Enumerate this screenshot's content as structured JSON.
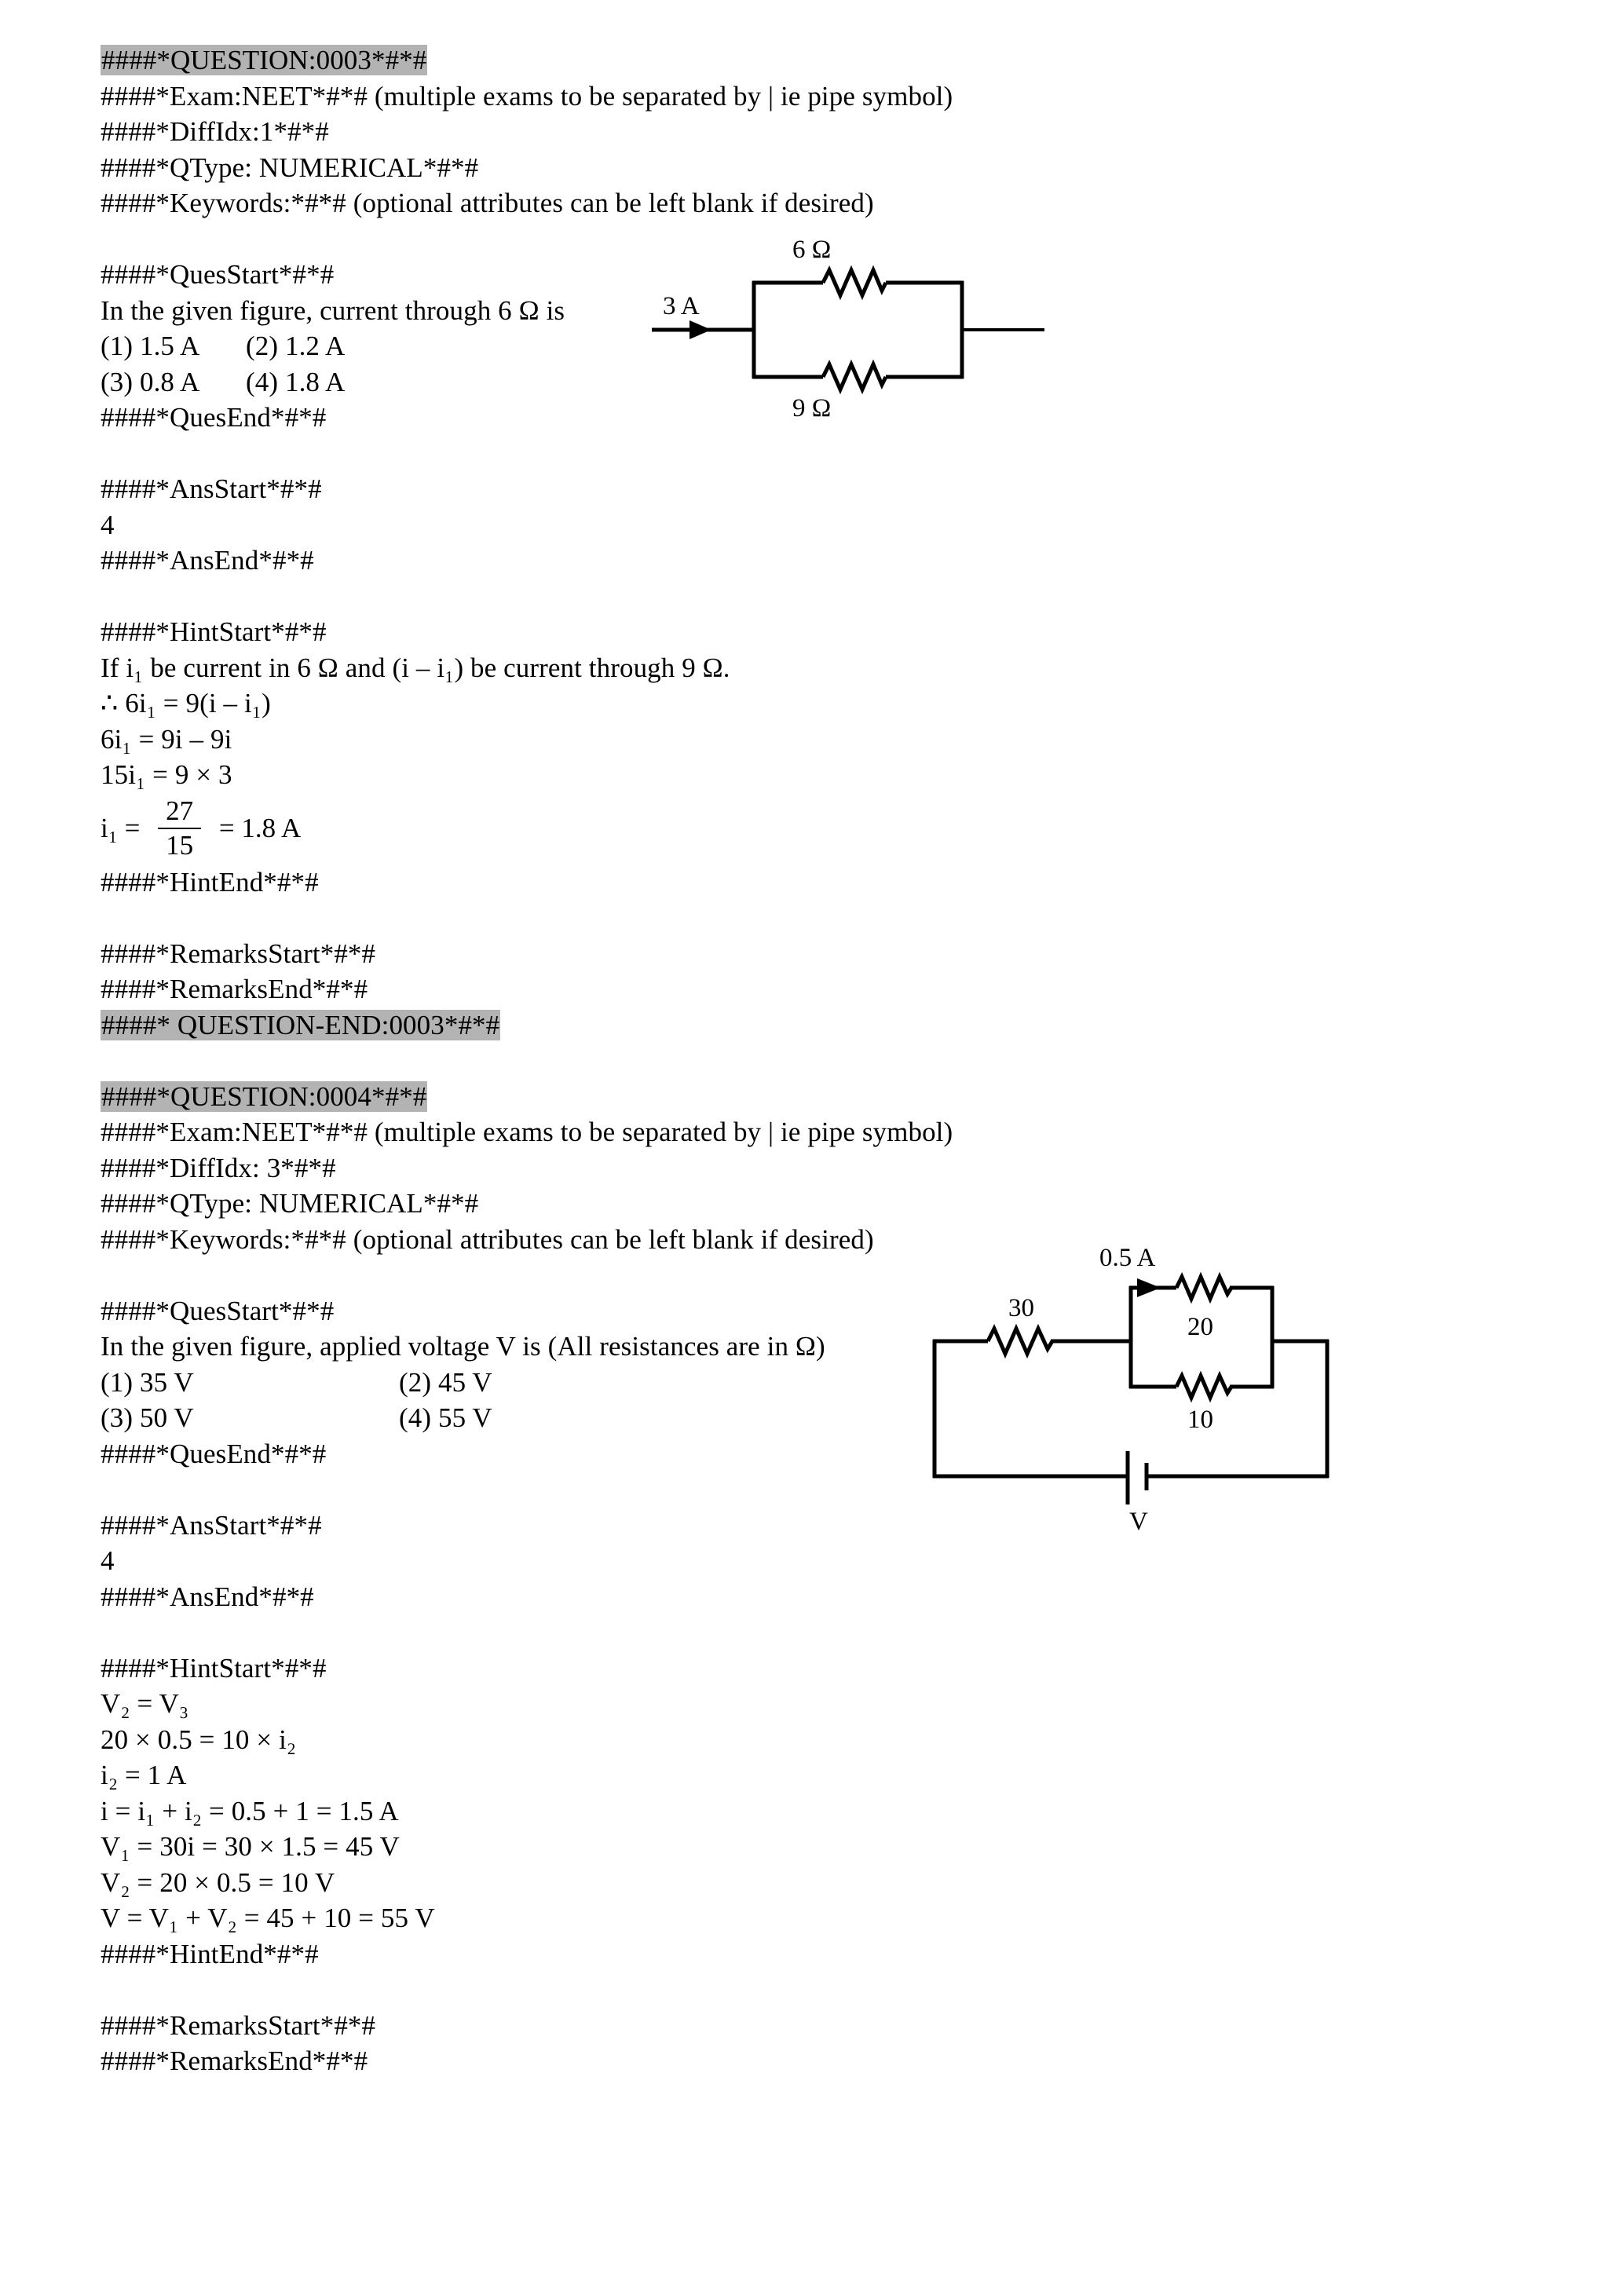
{
  "document": {
    "questions": [
      {
        "id": "0003",
        "marker_start": "####*QUESTION:0003*#*#",
        "marker_end": "####* QUESTION-END:0003*#*#",
        "exam_line": "####*Exam:NEET*#*# (multiple exams to be separated by | ie pipe symbol)",
        "diffidx_line": "####*DiffIdx:1*#*#",
        "qtype_line": "####*QType: NUMERICAL*#*#",
        "keywords_line": "####*Keywords:*#*# (optional attributes can be left blank if desired)",
        "ques_start": "####*QuesStart*#*#",
        "ques_end": "####*QuesEnd*#*#",
        "stem": "In the given figure, current through 6 Ω is",
        "options": [
          {
            "label": "(1)",
            "text": "1.5 A"
          },
          {
            "label": "(2)",
            "text": "1.2 A"
          },
          {
            "label": "(3)",
            "text": "0.8 A"
          },
          {
            "label": "(4)",
            "text": "1.8 A"
          }
        ],
        "ans_start": "####*AnsStart*#*#",
        "answer": "4",
        "ans_end": "####*AnsEnd*#*#",
        "hint_start": "####*HintStart*#*#",
        "hint_end": "####*HintEnd*#*#",
        "hint_lines": [
          "If i₁ be current in 6 Ω and (i – i₁) be current through 9 Ω.",
          "∴ 6i₁ = 9(i – i₁)",
          "6i₁ = 9i – 9i",
          "15i₁ = 9 × 3"
        ],
        "hint_fraction": {
          "lhs": "i₁ = ",
          "numerator": "27",
          "denominator": "15",
          "rhs": " = 1.8 A"
        },
        "remarks_start": "####*RemarksStart*#*#",
        "remarks_end": "####*RemarksEnd*#*#",
        "figure": {
          "name": "parallel-resistor-circuit",
          "current_label": "3 A",
          "resistor_top": "6 Ω",
          "resistor_bottom": "9 Ω"
        }
      },
      {
        "id": "0004",
        "marker_start": "####*QUESTION:0004*#*#",
        "exam_line": "####*Exam:NEET*#*# (multiple exams to be separated by | ie pipe symbol)",
        "diffidx_line": "####*DiffIdx: 3*#*#",
        "qtype_line": "####*QType: NUMERICAL*#*#",
        "keywords_line": "####*Keywords:*#*# (optional attributes can be left blank if desired)",
        "ques_start": "####*QuesStart*#*#",
        "ques_end": "####*QuesEnd*#*#",
        "stem": "In the given figure, applied voltage V is (All resistances are in Ω)",
        "options": [
          {
            "label": "(1)",
            "text": "35 V"
          },
          {
            "label": "(2)",
            "text": "45 V"
          },
          {
            "label": "(3)",
            "text": "50 V"
          },
          {
            "label": "(4)",
            "text": "55 V"
          }
        ],
        "ans_start": "####*AnsStart*#*#",
        "answer": "4",
        "ans_end": "####*AnsEnd*#*#",
        "hint_start": "####*HintStart*#*#",
        "hint_end": "####*HintEnd*#*#",
        "hint_lines": [
          "V₂ = V₃",
          "20 × 0.5 = 10 × i₂",
          "i₂ = 1 A",
          "i = i₁ + i₂ = 0.5 + 1 = 1.5 A",
          "V₁ = 30i = 30 × 1.5 = 45 V",
          "V₂ = 20 × 0.5 = 10 V",
          "V = V₁ + V₂ = 45 + 10 = 55 V"
        ],
        "remarks_start": "####*RemarksStart*#*#",
        "remarks_end": "####*RemarksEnd*#*#",
        "figure": {
          "name": "series-parallel-circuit",
          "current_label": "0.5 A",
          "resistor_series": "30",
          "resistor_top": "20",
          "resistor_bottom": "10",
          "battery_label": "V"
        }
      }
    ]
  },
  "colors": {
    "highlight": "#b3b3b3",
    "text": "#000000",
    "page_background": "#ffffff"
  }
}
